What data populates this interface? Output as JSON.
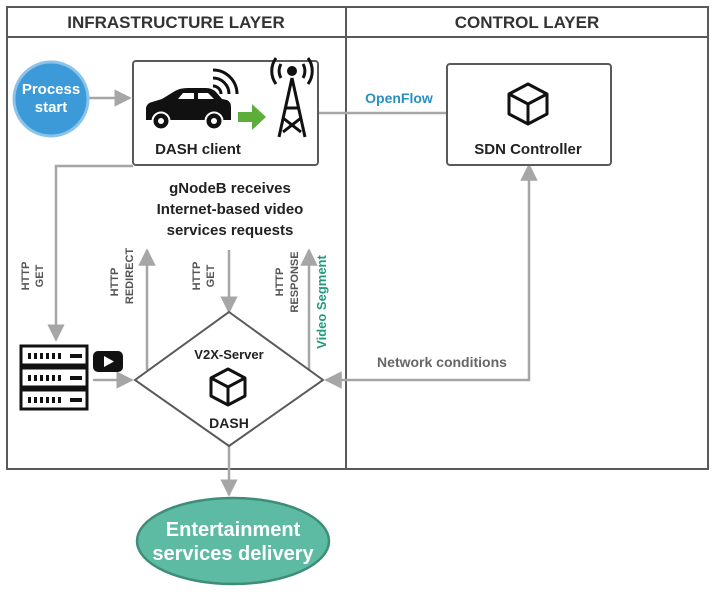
{
  "layers": {
    "infrastructure_title": "INFRASTRUCTURE LAYER",
    "control_title": "CONTROL LAYER"
  },
  "nodes": {
    "process_start_line1": "Process",
    "process_start_line2": "start",
    "dash_client": "DASH client",
    "sdn_controller": "SDN Controller",
    "v2x_server_title": "V2X-Server",
    "v2x_server_subtitle": "DASH",
    "entertainment_line1": "Entertainment",
    "entertainment_line2": "services delivery"
  },
  "labels": {
    "openflow": "OpenFlow",
    "gnodeb_line1": "gNodeB receives",
    "gnodeb_line2": "Internet-based video",
    "gnodeb_line3": "services requests",
    "http_get_left_1": "HTTP",
    "http_get_left_2": "GET",
    "http_redirect_1": "HTTP",
    "http_redirect_2": "REDIRECT",
    "http_get_mid_1": "HTTP",
    "http_get_mid_2": "GET",
    "http_response_1": "HTTP",
    "http_response_2": "RESPONSE",
    "video_segment": "Video Segment",
    "network_conditions": "Network conditions"
  },
  "colors": {
    "border": "#5a5a5a",
    "arrow": "#a6a6a6",
    "process_start": "#3d9ad9",
    "entertainment": "#5dbba3",
    "openflow_text": "#2a8fbf",
    "video_segment_text": "#1f9a7f",
    "play_button_arrow": "#5cad3a"
  },
  "icons": {
    "car": "car-icon",
    "signal": "signal-icon",
    "tower": "antenna-tower-icon",
    "cube": "cube-icon",
    "server": "server-rack-icon",
    "play": "youtube-play-icon"
  }
}
